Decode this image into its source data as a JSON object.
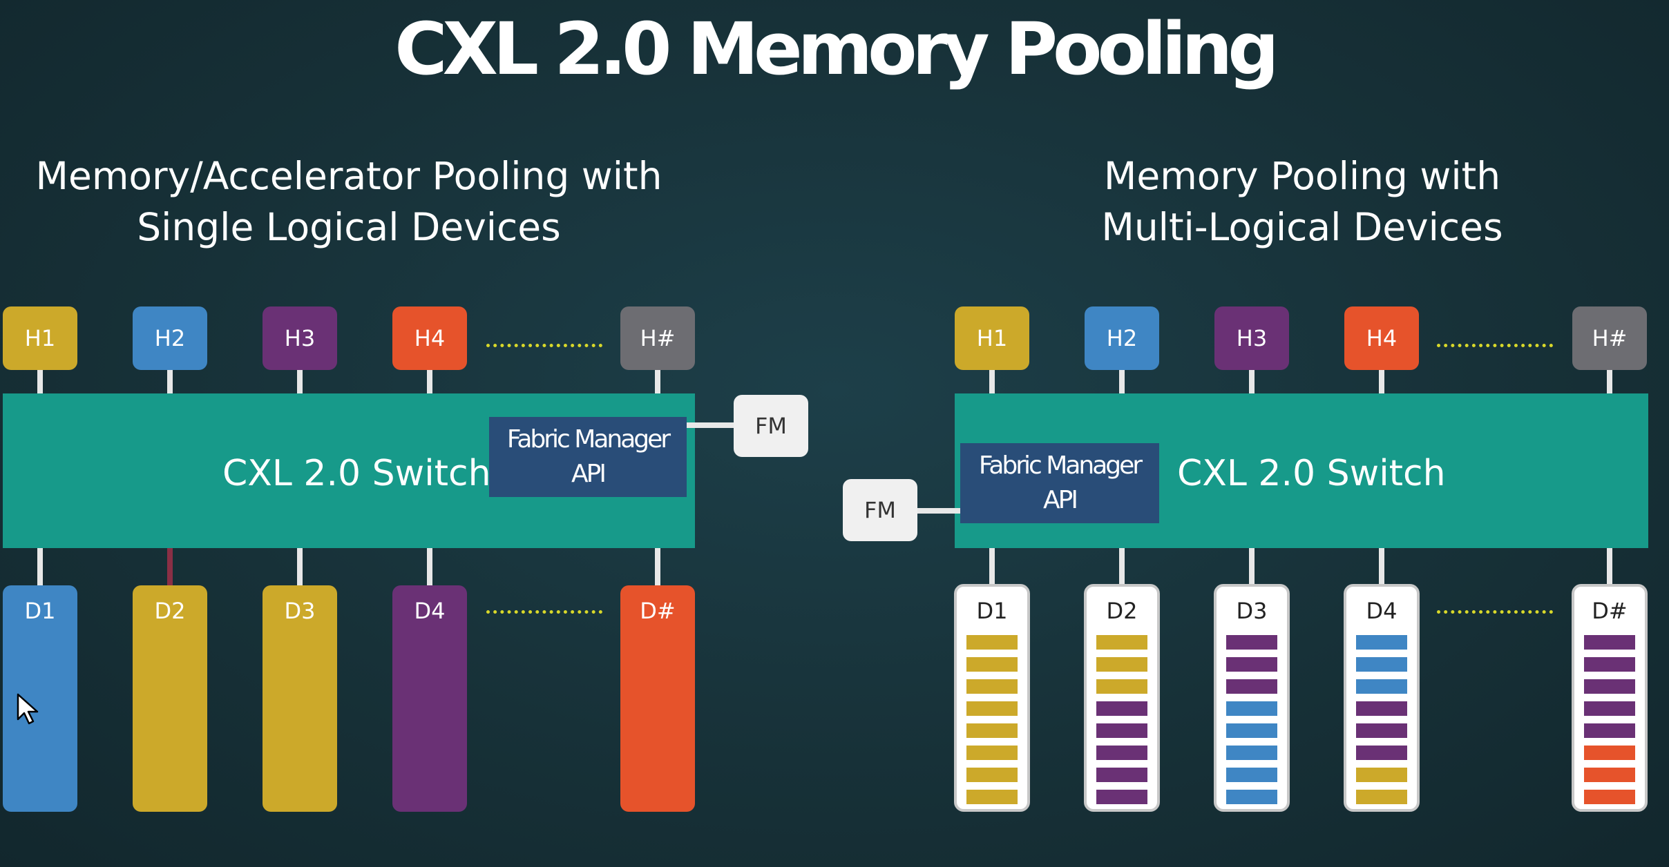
{
  "title": "CXL 2.0  Memory Pooling",
  "left": {
    "subtitle_line1": "Memory/Accelerator Pooling with",
    "subtitle_line2": "Single Logical Devices",
    "hosts": [
      {
        "label": "H1",
        "color": "#cca92a"
      },
      {
        "label": "H2",
        "color": "#3f86c4"
      },
      {
        "label": "H3",
        "color": "#6a3175"
      },
      {
        "label": "H4",
        "color": "#e6532b"
      },
      {
        "label": "H#",
        "color": "#6d6d72"
      }
    ],
    "switch_label": "CXL 2.0 Switch",
    "fm_api_line1": "Fabric Manager",
    "fm_api_line2": "API",
    "fm_label": "FM",
    "devices": [
      {
        "label": "D1",
        "color": "#3f86c4"
      },
      {
        "label": "D2",
        "color": "#cca92a"
      },
      {
        "label": "D3",
        "color": "#cca92a"
      },
      {
        "label": "D4",
        "color": "#6a3175"
      },
      {
        "label": "D#",
        "color": "#e6532b"
      }
    ]
  },
  "right": {
    "subtitle_line1": "Memory Pooling with",
    "subtitle_line2": "Multi-Logical Devices",
    "hosts": [
      {
        "label": "H1",
        "color": "#cca92a"
      },
      {
        "label": "H2",
        "color": "#3f86c4"
      },
      {
        "label": "H3",
        "color": "#6a3175"
      },
      {
        "label": "H4",
        "color": "#e6532b"
      },
      {
        "label": "H#",
        "color": "#6d6d72"
      }
    ],
    "switch_label": "CXL 2.0 Switch",
    "fm_api_line1": "Fabric Manager",
    "fm_api_line2": "API",
    "fm_label": "FM",
    "devices": [
      {
        "label": "D1",
        "partitions": [
          "H1",
          "H1",
          "H1",
          "H1",
          "H1",
          "H1",
          "H1",
          "H1"
        ]
      },
      {
        "label": "D2",
        "partitions": [
          "H1",
          "H1",
          "H1",
          "H3",
          "H3",
          "H3",
          "H3",
          "H3"
        ]
      },
      {
        "label": "D3",
        "partitions": [
          "H3",
          "H3",
          "H3",
          "H2",
          "H2",
          "H2",
          "H2",
          "H2"
        ]
      },
      {
        "label": "D4",
        "partitions": [
          "H2",
          "H2",
          "H2",
          "H3",
          "H3",
          "H3",
          "H1",
          "H1"
        ]
      },
      {
        "label": "D#",
        "partitions": [
          "H3",
          "H3",
          "H3",
          "H3",
          "H3",
          "H4",
          "H4",
          "H4"
        ]
      }
    ]
  }
}
